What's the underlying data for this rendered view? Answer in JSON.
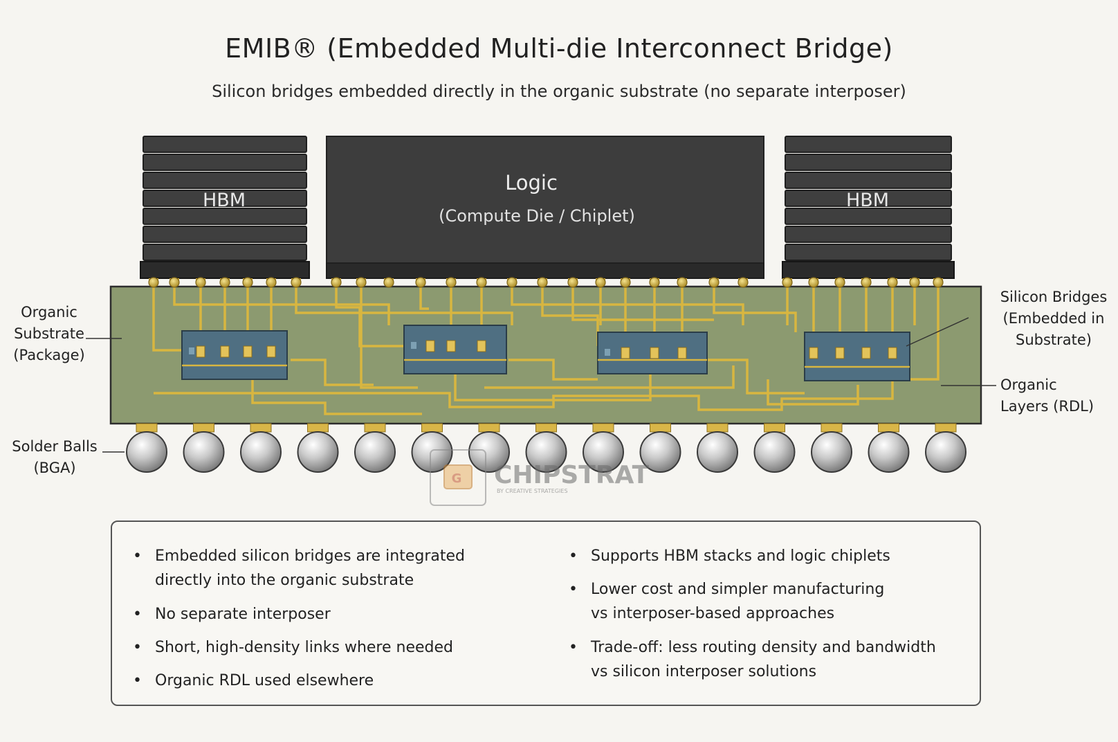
{
  "header": {
    "title": "EMIB® (Embedded Multi-die Interconnect Bridge)",
    "subtitle": "Silicon bridges embedded directly in the organic substrate (no separate interposer)"
  },
  "diagram": {
    "hbm_left_label": "HBM",
    "logic_label": "Logic",
    "logic_sublabel": "(Compute Die / Chiplet)",
    "hbm_right_label": "HBM",
    "colors": {
      "die": "#3b3b3b",
      "substrate": "#8c9a70",
      "bridge": "#4f6f82",
      "trace": "#d8b640",
      "ball": "#b9b9b9"
    }
  },
  "callouts": {
    "organic_substrate": [
      "Organic",
      "Substrate",
      "(Package)"
    ],
    "solder_balls": [
      "Solder Balls",
      "(BGA)"
    ],
    "silicon_bridges": [
      "Silicon Bridges",
      "(Embedded in",
      "Substrate)"
    ],
    "organic_layers": [
      "Organic",
      "Layers (RDL)"
    ]
  },
  "watermark": {
    "brand": "CHIPSTRAT",
    "tagline": "BY CREATIVE STRATEGIES"
  },
  "notes": {
    "left": [
      [
        "Embedded silicon bridges are integrated",
        "directly into the organic substrate"
      ],
      [
        "No separate interposer"
      ],
      [
        "Short, high-density links where needed"
      ],
      [
        "Organic RDL used elsewhere"
      ]
    ],
    "right": [
      [
        "Supports HBM stacks and logic chiplets"
      ],
      [
        "Lower cost and simpler manufacturing",
        "vs interposer-based approaches"
      ],
      [
        "Trade-off: less routing density and bandwidth",
        "vs silicon interposer solutions"
      ]
    ]
  }
}
